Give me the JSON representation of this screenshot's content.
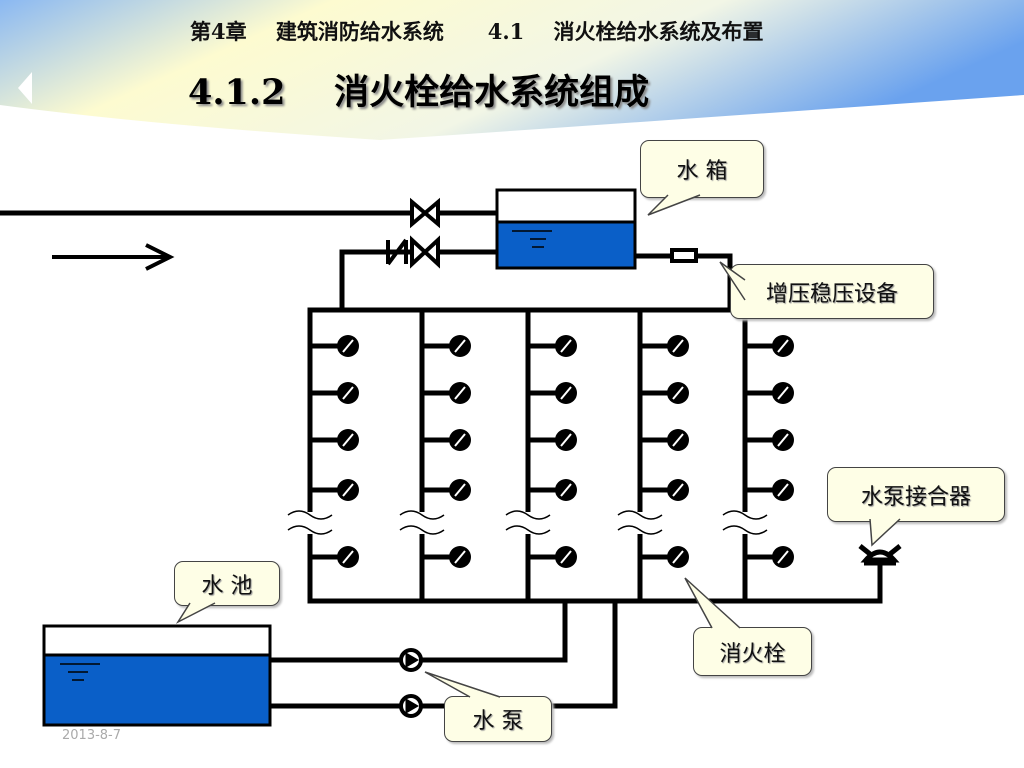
{
  "header": {
    "subtitle": "第4章    建筑消防给水系统      4.1    消火栓给水系统及布置",
    "title": "4.1.2    消火栓给水系统组成"
  },
  "labels": {
    "tank": "水 箱",
    "booster": "增压稳压设备",
    "pump_connector": "水泵接合器",
    "pool": "水 池",
    "hydrant": "消火栓",
    "pump": "水 泵"
  },
  "footer": {
    "date": "2013-8-7"
  },
  "colors": {
    "water": "#0a5fc8",
    "callout_bg": "#fefee6",
    "banner_blue": "#7fb0f0",
    "banner_yellow": "#fdfbd0"
  },
  "icons": {
    "back": "triangle-left-icon"
  }
}
